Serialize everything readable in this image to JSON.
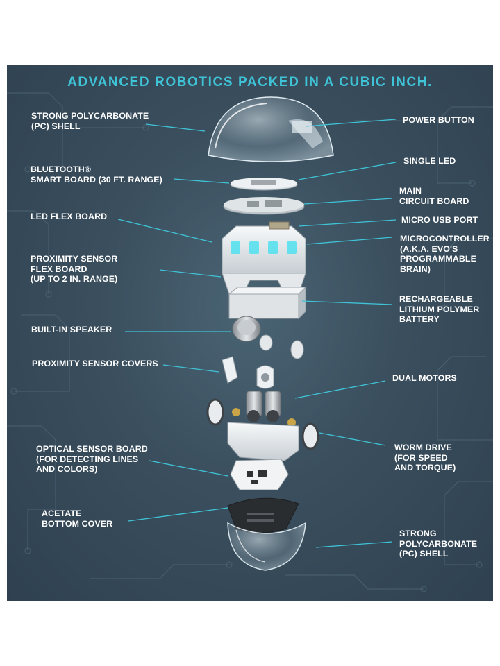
{
  "title": "ADVANCED ROBOTICS PACKED IN A CUBIC INCH.",
  "colors": {
    "background": "#3a4e5d",
    "title": "#3fc3d6",
    "leader_line": "#3fc3d6",
    "label_text": "#ffffff",
    "led_glow": "#4fe0ef"
  },
  "labels_left": [
    {
      "id": "shell-top",
      "text": "STRONG POLYCARBONATE\n(PC) SHELL"
    },
    {
      "id": "bluetooth",
      "text": "BLUETOOTH®\nSMART BOARD (30 FT. RANGE)"
    },
    {
      "id": "led-flex",
      "text": "LED FLEX BOARD"
    },
    {
      "id": "proximity-flex",
      "text": "PROXIMITY SENSOR\nFLEX BOARD\n(UP TO 2 IN. RANGE)"
    },
    {
      "id": "speaker",
      "text": "BUILT-IN SPEAKER"
    },
    {
      "id": "prox-covers",
      "text": "PROXIMITY SENSOR COVERS"
    },
    {
      "id": "optical",
      "text": "OPTICAL SENSOR BOARD\n(FOR DETECTING LINES\nAND COLORS)"
    },
    {
      "id": "acetate",
      "text": "ACETATE\nBOTTOM COVER"
    }
  ],
  "labels_right": [
    {
      "id": "power",
      "text": "POWER BUTTON"
    },
    {
      "id": "led",
      "text": "SINGLE LED"
    },
    {
      "id": "main-board",
      "text": "MAIN\nCIRCUIT BOARD"
    },
    {
      "id": "usb",
      "text": "MICRO USB PORT"
    },
    {
      "id": "mcu",
      "text": "MICROCONTROLLER\n(A.K.A. EVO'S\nPROGRAMMABLE\nBRAIN)"
    },
    {
      "id": "battery",
      "text": "RECHARGEABLE\nLITHIUM POLYMER\nBATTERY"
    },
    {
      "id": "motors",
      "text": "DUAL MOTORS"
    },
    {
      "id": "worm",
      "text": "WORM DRIVE\n(FOR SPEED\nAND TORQUE)"
    },
    {
      "id": "shell-bottom",
      "text": "STRONG\nPOLYCARBONATE\n(PC) SHELL"
    }
  ]
}
